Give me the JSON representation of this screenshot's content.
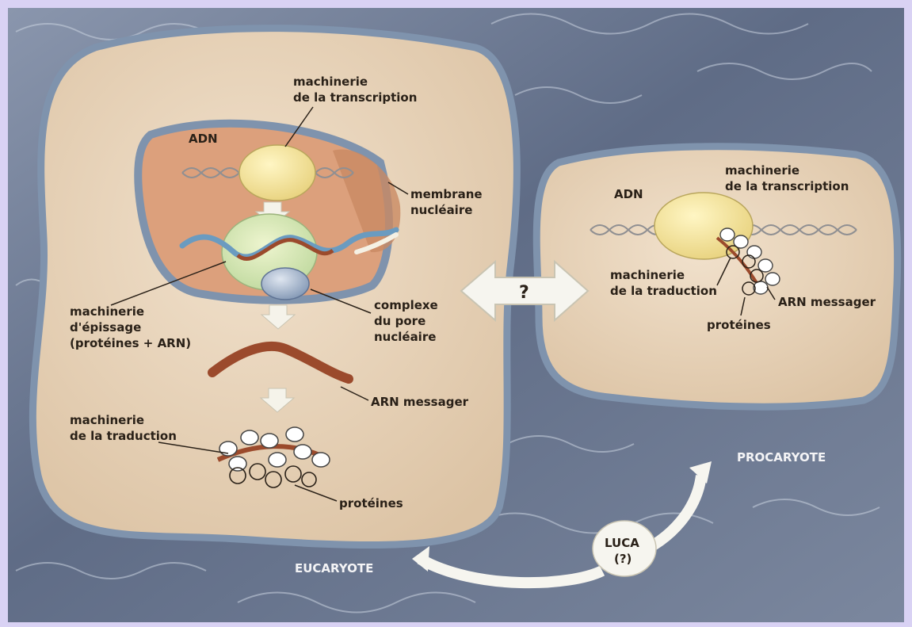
{
  "eukaryote": {
    "title": "EUCARYOTE",
    "dna": "ADN",
    "transcription": [
      "machinerie",
      "de la transcription"
    ],
    "membrane": [
      "membrane",
      "nucléaire"
    ],
    "splicing": [
      "machinerie",
      "d'épissage",
      "(protéines + ARN)"
    ],
    "pore": [
      "complexe",
      "du pore",
      "nucléaire"
    ],
    "mrna": "ARN messager",
    "translation": [
      "machinerie",
      "de la traduction"
    ],
    "proteins": "protéines"
  },
  "prokaryote": {
    "title": "PROCARYOTE",
    "dna": "ADN",
    "transcription": [
      "machinerie",
      "de la transcription"
    ],
    "translation": [
      "machinerie",
      "de la traduction"
    ],
    "mrna": "ARN messager",
    "proteins": "protéines"
  },
  "link": {
    "question": "?"
  },
  "luca": [
    "LUCA",
    "(?)"
  ],
  "colors": {
    "background": "#d9d2f4",
    "water": "#6d7a93",
    "cell": "#e9d6bf",
    "nucleus": "#dca07c",
    "membrane": "#7f93ad",
    "mrna": "#9b4a2c"
  }
}
